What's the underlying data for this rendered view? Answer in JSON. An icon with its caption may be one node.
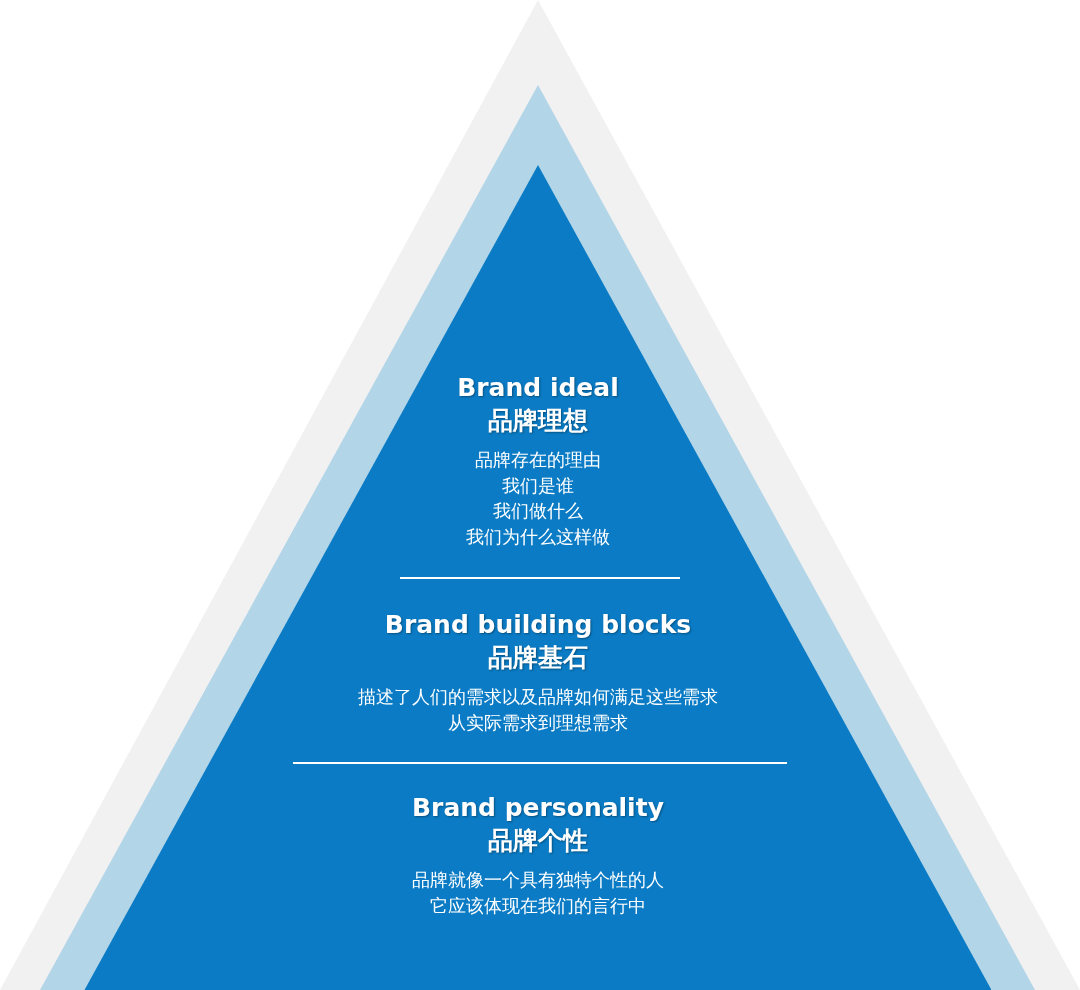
{
  "diagram": {
    "nodes": [
      {
        "text": [
          "Brand ideal",
          "品牌理想",
          "品牌存在的理由",
          "我们是谁",
          "我们做什么",
          "我们为什么这样做"
        ]
      },
      {
        "text": [
          "Brand building blocks",
          "品牌基石",
          "描述了人们的需求以及品牌如何满足这些需求",
          "从实际需求到理想需求"
        ]
      },
      {
        "text": [
          "Brand personality",
          "品牌个性",
          "品牌就像一个具有独特个性的人",
          "它应该体现在我们的言行中"
        ]
      }
    ],
    "edges": []
  }
}
